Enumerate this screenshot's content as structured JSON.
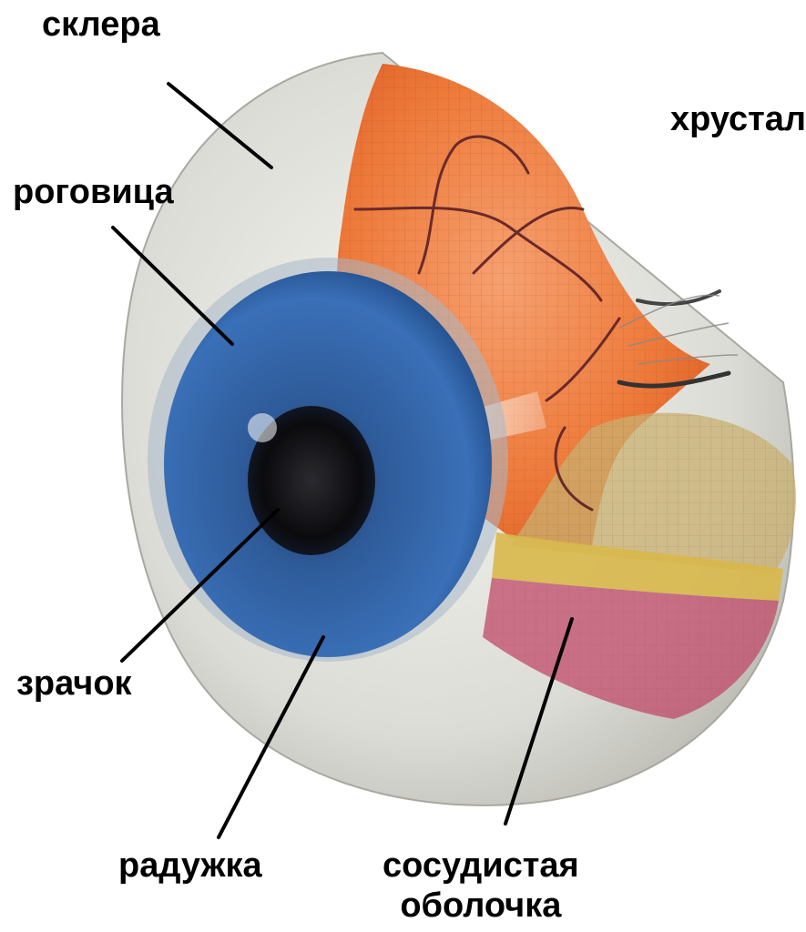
{
  "labels": {
    "sclera": "склера",
    "cornea": "роговица",
    "lens": "хрусталик",
    "pupil": "зрачок",
    "iris": "радужка",
    "choroid_line1": "сосудистая",
    "choroid_line2": "оболочка"
  },
  "colors": {
    "sclera": "#e4e4e0",
    "retina": "#f07a3a",
    "iris": "#2f5f9e",
    "pupil": "#0c0c10",
    "choroid": "#c04a6a",
    "pigment_band": "#d8b84a",
    "leader_line": "#000000"
  }
}
